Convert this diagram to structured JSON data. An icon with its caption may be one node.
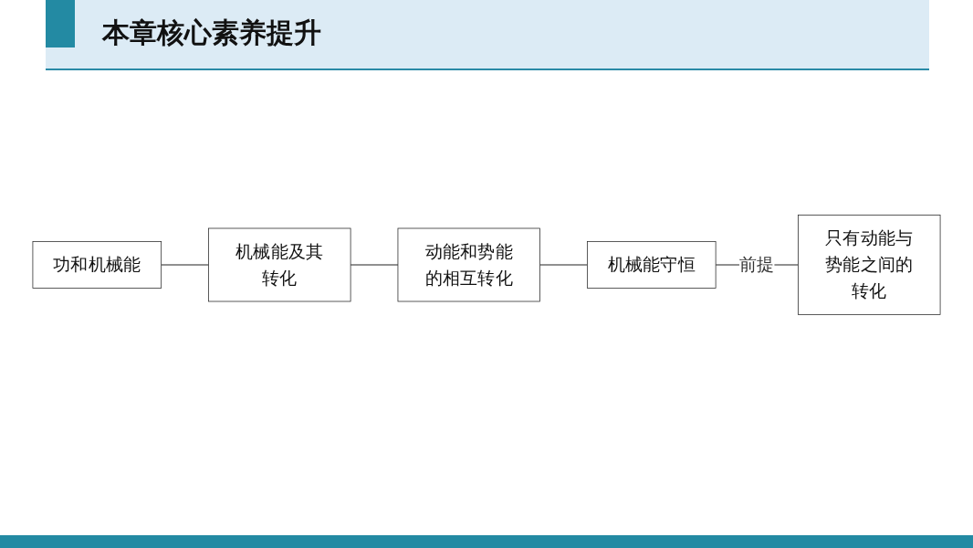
{
  "diagram": {
    "title": "本章核心素养提升",
    "nodes": [
      {
        "text": [
          "功和机械能"
        ]
      },
      {
        "text": [
          "机械能及其转化"
        ]
      },
      {
        "text": [
          "动能和势能的相互转化"
        ]
      },
      {
        "text": [
          "机械能守恒"
        ]
      },
      {
        "text": [
          "只有动能与势能之间的转化"
        ]
      }
    ],
    "edges": [
      {
        "from": 0,
        "to": 1,
        "arrow": "none"
      },
      {
        "from": 1,
        "to": 2,
        "arrow": "none"
      },
      {
        "from": 2,
        "to": 3,
        "arrow": "none"
      },
      {
        "from": 3,
        "to": 4,
        "arrow": "none",
        "label": "前提"
      }
    ]
  }
}
